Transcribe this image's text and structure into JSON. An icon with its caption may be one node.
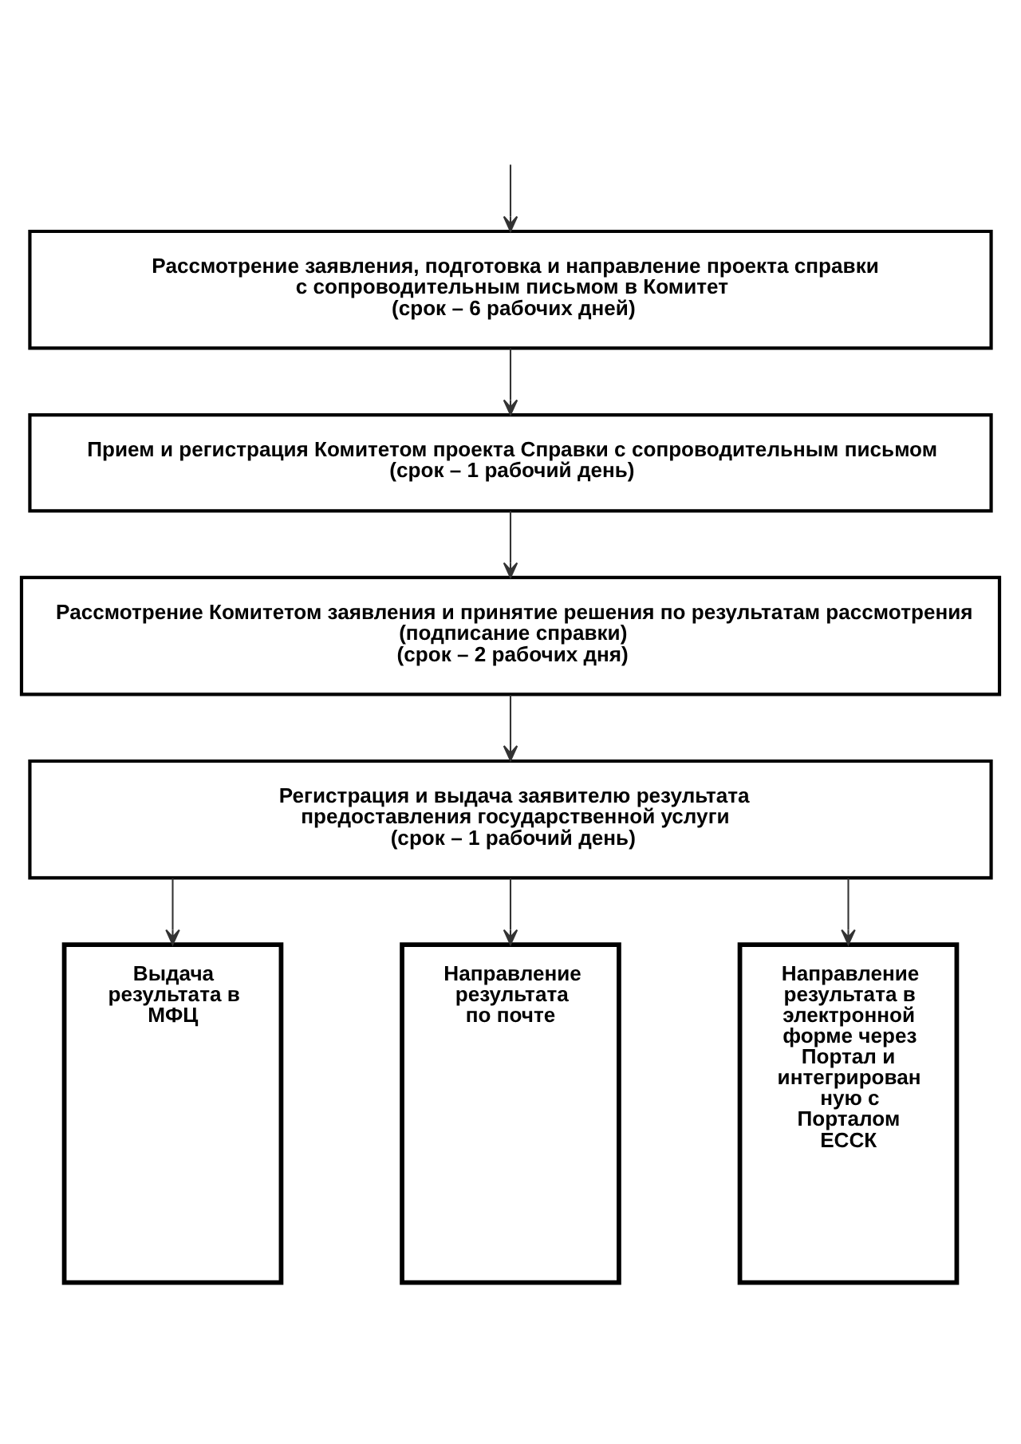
{
  "diagram": {
    "nodes": [
      {
        "text": [
          "Рассмотрение заявления, подготовка и направление проекта справки с сопроводительным письмом в Комитет",
          "(срок – 6 рабочих дней)"
        ]
      },
      {
        "text": [
          "Прием и регистрация Комитетом проекта Справки с сопроводительным письмом",
          "(срок – 1 рабочий день)"
        ]
      },
      {
        "text": [
          "Рассмотрение Комитетом заявления и принятие решения по результатам рассмотрения",
          "(подписание справки)",
          "(срок – 2 рабочих дня)"
        ]
      },
      {
        "text": [
          "Регистрация и выдача заявителю результата предоставления государственной услуги",
          "(срок – 1 рабочий день)"
        ]
      },
      {
        "text": [
          "Выдача результата в МФЦ"
        ]
      },
      {
        "text": [
          "Направление результата по почте"
        ]
      },
      {
        "text": [
          "Направление результата в электронной форме через Портал и интегрирован ную с Порталом ЕССК"
        ]
      }
    ],
    "edges": [
      {
        "from": null,
        "to": 0,
        "arrow": "to"
      },
      {
        "from": 0,
        "to": 1,
        "arrow": "to"
      },
      {
        "from": 1,
        "to": 2,
        "arrow": "to"
      },
      {
        "from": 2,
        "to": 3,
        "arrow": "to"
      },
      {
        "from": 3,
        "to": 4,
        "arrow": "to"
      },
      {
        "from": 3,
        "to": 5,
        "arrow": "to"
      },
      {
        "from": 3,
        "to": 6,
        "arrow": "to"
      }
    ]
  }
}
